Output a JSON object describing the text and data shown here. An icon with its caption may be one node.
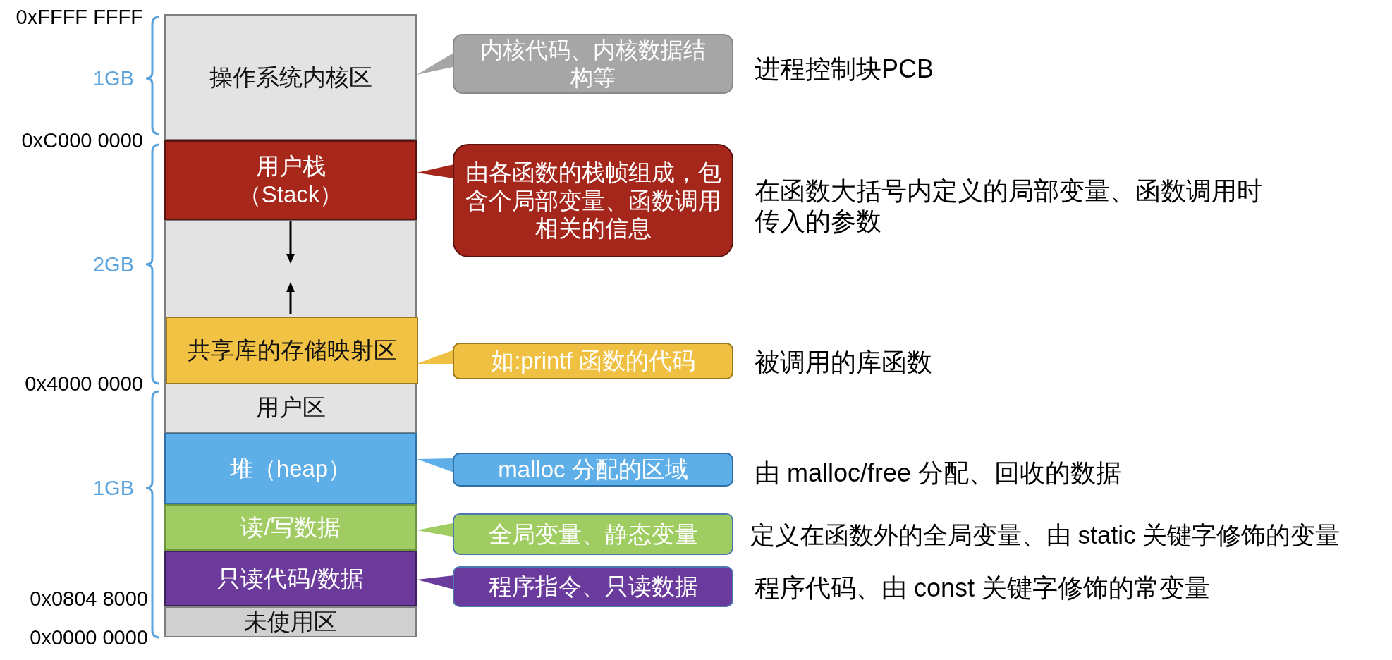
{
  "diagram": {
    "nodes": [
      {
        "text": [
          "操作系统内核区"
        ]
      },
      {
        "text": [
          "用户栈（Stack）"
        ]
      },
      {
        "text": [
          "用户区"
        ]
      },
      {
        "text": [
          "共享库的存储映射区"
        ],
        "in": 2
      },
      {
        "text": [
          "堆（heap）"
        ]
      },
      {
        "text": [
          "读/写数据"
        ]
      },
      {
        "text": [
          "只读代码/数据"
        ]
      },
      {
        "text": [
          "未使用区"
        ]
      },
      {
        "text": [
          "内核代码、内核数据结构等"
        ],
        "beside": [
          "进程控制块PCB"
        ]
      },
      {
        "text": [
          "由各函数的栈帧组成，包含个局部变量、函数调用相关的信息"
        ],
        "beside": [
          "在函数大括号内定义的局部变量、函数调用时传入的参数"
        ]
      },
      {
        "text": [
          "如:printf 函数的代码"
        ],
        "beside": [
          "被调用的库函数"
        ]
      },
      {
        "text": [
          "malloc 分配的区域"
        ],
        "beside": [
          "由 malloc/free 分配、回收的数据"
        ]
      },
      {
        "text": [
          "全局变量、静态变量"
        ],
        "beside": [
          "定义在函数外的全局变量、由 static 关键字修饰的变量"
        ]
      },
      {
        "text": [
          "程序指令、只读数据"
        ],
        "beside": [
          "程序代码、由 const 关键字修饰的常变量"
        ]
      }
    ],
    "edges": [
      {
        "from": 8,
        "to": 0,
        "arrow": "to",
        "color": "#a6a6a6"
      },
      {
        "from": 9,
        "to": 1,
        "arrow": "to",
        "color": "#a5261a"
      },
      {
        "from": 10,
        "to": 3,
        "arrow": "to",
        "color": "#f0c043"
      },
      {
        "from": 11,
        "to": 4,
        "arrow": "to",
        "color": "#5eaee8"
      },
      {
        "from": 12,
        "to": 5,
        "arrow": "to",
        "color": "#9fcd62"
      },
      {
        "from": 13,
        "to": 6,
        "arrow": "to",
        "color": "#6a3a9c"
      }
    ],
    "labels": [
      "0xFFFF FFFF",
      "1GB",
      "0xC000 0000",
      "2GB",
      "0x4000 0000",
      "1GB",
      "0x0804 8000",
      "0x0000 0000"
    ]
  }
}
